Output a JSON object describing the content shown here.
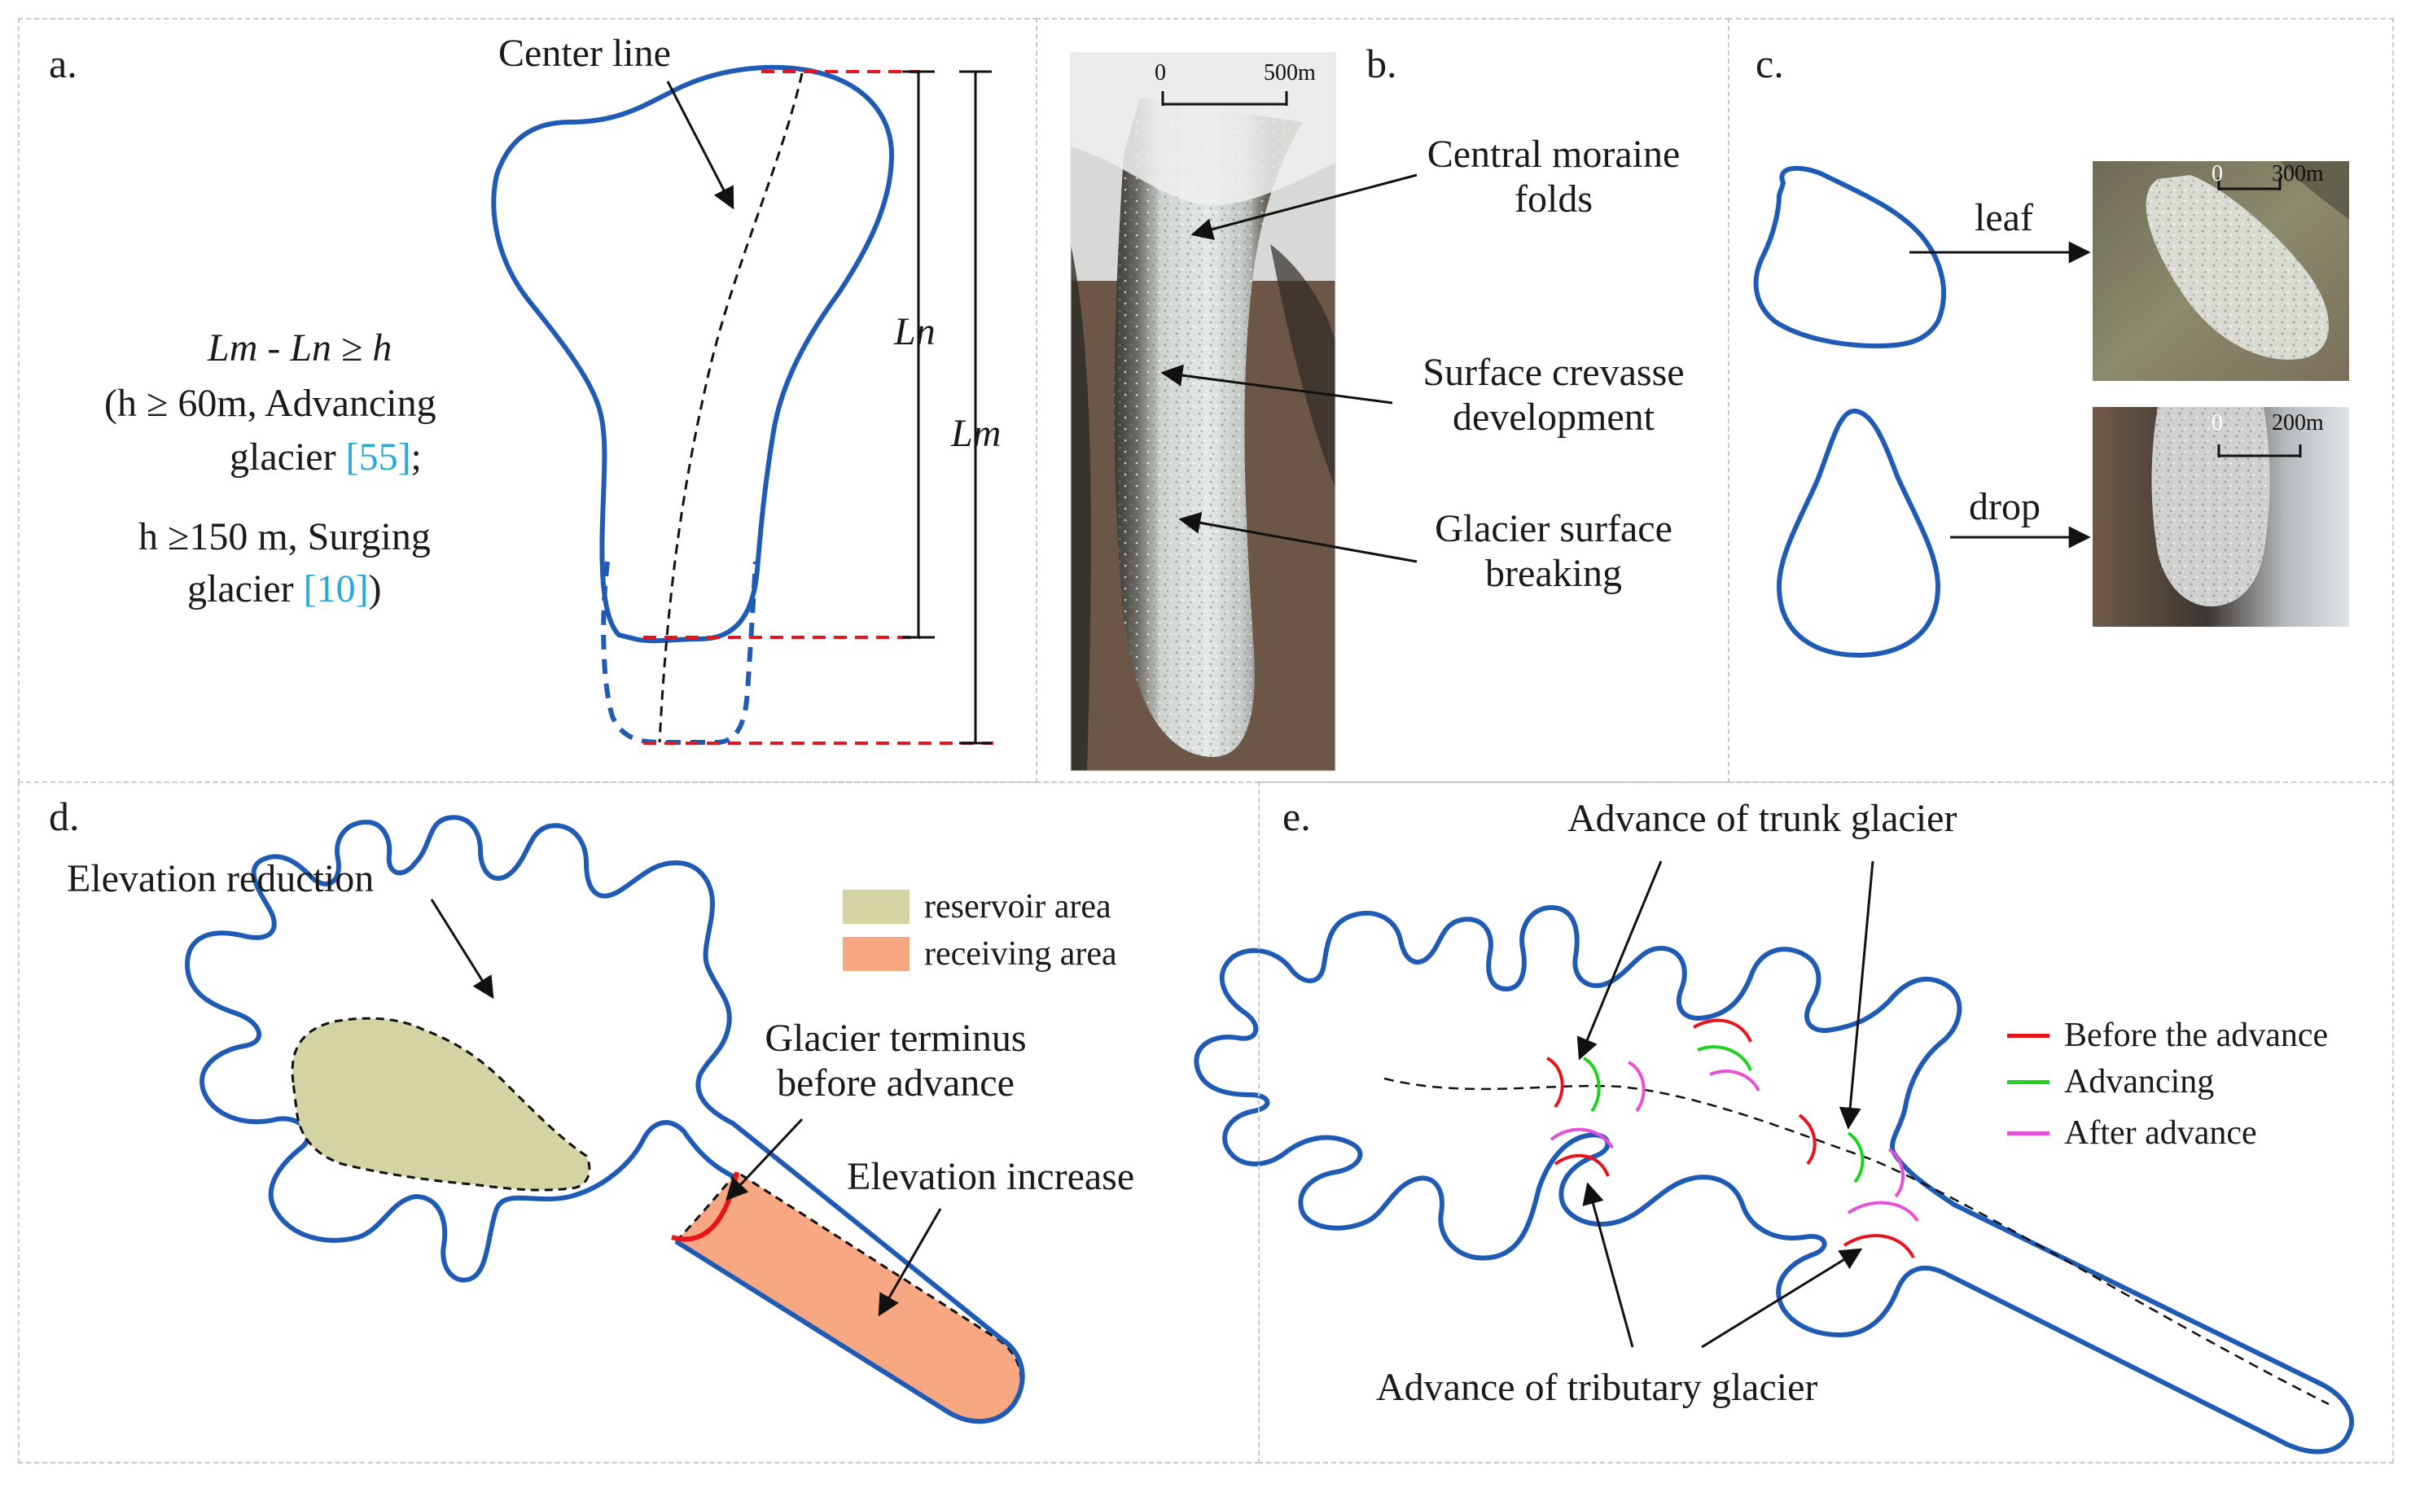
{
  "panels": {
    "a": {
      "letter": "a.",
      "center_line": "Center line",
      "ln_label": "Ln",
      "lm_label": "Lm",
      "formula": "Lm - Ln ≥ h",
      "advancing_open": "(h ≥ 60m, Advancing",
      "advancing_glacier": "glacier",
      "advancing_ref": "[55]",
      "advancing_tail": ";",
      "surging_line": "h ≥150 m, Surging",
      "surging_glacier": "glacier",
      "surging_ref": "[10]",
      "surging_tail": ")"
    },
    "b": {
      "letter": "b.",
      "scale_zero": "0",
      "scale_max": "500m",
      "central_moraine": [
        "Central moraine",
        "folds"
      ],
      "crevasse": [
        "Surface crevasse",
        "development"
      ],
      "breaking": [
        "Glacier surface",
        "breaking"
      ]
    },
    "c": {
      "letter": "c.",
      "leaf": "leaf",
      "drop": "drop",
      "leaf_scale_zero": "0",
      "leaf_scale_max": "300m",
      "drop_scale_zero": "0",
      "drop_scale_max": "200m"
    },
    "d": {
      "letter": "d.",
      "elevation_reduction": "Elevation reduction",
      "terminus_before": [
        "Glacier terminus",
        "before advance"
      ],
      "elevation_increase": "Elevation increase",
      "legend": [
        {
          "label": "reservoir area",
          "color": "#d3d3a4"
        },
        {
          "label": "receiving area",
          "color": "#f7a883"
        }
      ]
    },
    "e": {
      "letter": "e.",
      "trunk": "Advance of trunk glacier",
      "tributary": "Advance of tributary glacier",
      "legend": [
        {
          "label": "Before the advance",
          "color": "#e8141c"
        },
        {
          "label": "Advancing",
          "color": "#1ed41e"
        },
        {
          "label": "After advance",
          "color": "#e64fd6"
        }
      ]
    }
  },
  "colors": {
    "outline": "#1f5bb5",
    "red_dash": "#e8141c",
    "border": "#c9c9c9"
  }
}
